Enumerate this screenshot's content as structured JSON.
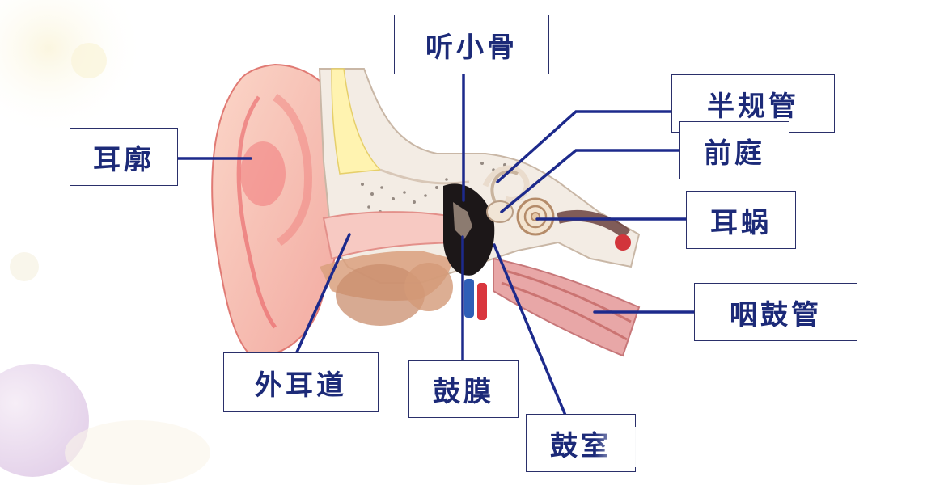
{
  "labels": {
    "auricle": "耳廓",
    "ossicles": "听小骨",
    "semicircular_canals": "半规管",
    "vestibule": "前庭",
    "cochlea": "耳蜗",
    "eustachian_tube": "咽鼓管",
    "external_auditory_canal": "外耳道",
    "eardrum": "鼓膜",
    "tympanic_cavity": "鼓室"
  },
  "colors": {
    "label_text": "#1c2a78",
    "label_border": "#2a2f6a",
    "leader_line": "#1d2a8c"
  }
}
